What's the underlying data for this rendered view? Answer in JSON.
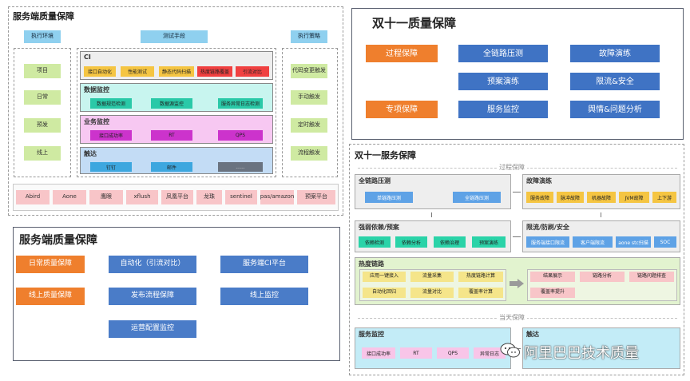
{
  "top_left": {
    "title": "服务端质量保障",
    "env_label": "执行环境",
    "means_label": "测试手段",
    "strategy_label": "执行策略",
    "left_items": [
      "项目",
      "日常",
      "预发",
      "线上"
    ],
    "right_items": [
      "代码变更触发",
      "手动触发",
      "定时触发",
      "流程触发"
    ],
    "ci": {
      "title": "CI",
      "items": [
        "接口自动化",
        "性能测试",
        "静态代码扫描",
        "热度链路覆盖",
        "引流对比"
      ]
    },
    "data_monitor": {
      "title": "数据监控",
      "items": [
        "数据规范检测",
        "数据源监控",
        "服务异常日志检测"
      ]
    },
    "biz_monitor": {
      "title": "业务监控",
      "items": [
        "接口成功率",
        "RT",
        "QPS"
      ]
    },
    "reach": {
      "title": "触达",
      "items": [
        "钉钉",
        "邮件",
        "......"
      ]
    },
    "platforms": [
      "Abird",
      "Aone",
      "鹰眼",
      "xflush",
      "凤凰平台",
      "龙珠",
      "sentinel",
      "pas/amazon",
      "预案平台"
    ]
  },
  "top_right": {
    "title": "双十一质量保障",
    "process": "过程保障",
    "special": "专项保障",
    "items": [
      "全链路压测",
      "故障演练",
      "预案演练",
      "限流&安全",
      "服务监控",
      "舆情&问题分析"
    ]
  },
  "bottom_left": {
    "title": "服务端质量保障",
    "orange": [
      "日常质量保障",
      "线上质量保障"
    ],
    "blue": [
      "自动化（引流对比）",
      "服务端CI平台",
      "发布流程保障",
      "线上监控",
      "运营配置监控"
    ]
  },
  "bottom_right": {
    "title": "双十一服务保障",
    "process_divider": "过程保障",
    "day_divider": "当天保障",
    "full_link": {
      "title": "全链路压测",
      "items": [
        "单链路压测",
        "全链路压测"
      ]
    },
    "fault": {
      "title": "故障演练",
      "items": [
        "服务故障",
        "脉冲故障",
        "机器故障",
        "JVM故障",
        "上下游"
      ]
    },
    "dependency": {
      "title": "强弱依赖/预案",
      "items": [
        "依赖检测",
        "依赖分析",
        "依赖治理",
        "预案演练"
      ]
    },
    "limit": {
      "title": "限流/防刷/安全",
      "items": [
        "服务端接口限流",
        "客户端限流",
        "aone stc扫描",
        "SOC"
      ]
    },
    "hot": {
      "title": "热度链路",
      "left_items": [
        "应用一键接入",
        "流量采集",
        "热度链路计算",
        "自动化回归",
        "流量对比",
        "覆盖率计算"
      ],
      "right_items": [
        "结果展示",
        "链路分析",
        "链路问题排查",
        "覆盖率提升"
      ]
    },
    "service_monitor": {
      "title": "服务监控",
      "items": [
        "接口成功率",
        "RT",
        "QPS",
        "异常日志"
      ]
    },
    "reach": {
      "title": "触达"
    }
  },
  "watermark": "阿里巴巴技术质量",
  "colors": {
    "orange": "#ef7f2d",
    "blue": "#3f73c4",
    "light_blue": "#8fd0ef",
    "green": "#cfeaa2",
    "pink": "#f8c5c8",
    "magenta": "#cc33cc",
    "red": "#f04040",
    "teal": "#2ac9a8",
    "yellow": "#f5c542"
  }
}
